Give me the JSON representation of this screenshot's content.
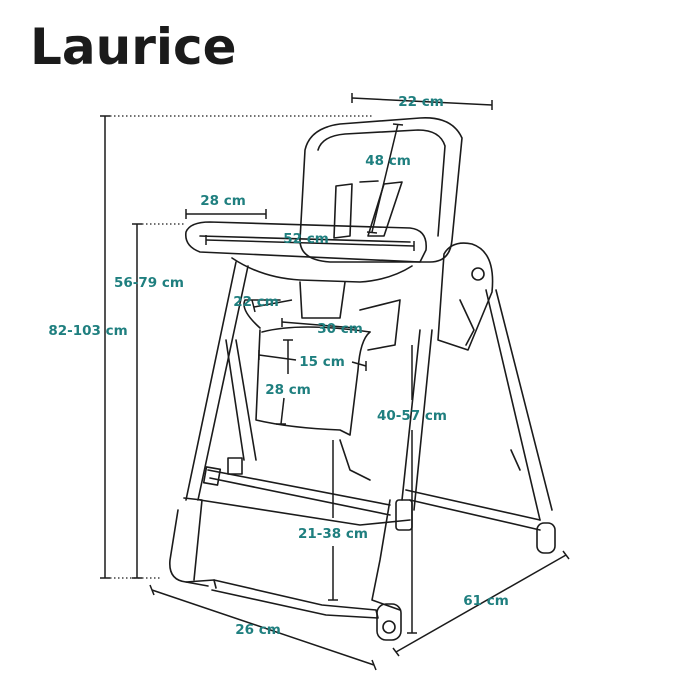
{
  "title": "Laurice",
  "accent_color": "#1f7f7f",
  "dimensions": {
    "backrest_width": "22 cm",
    "backrest_height": "48 cm",
    "tray_depth": "28 cm",
    "tray_width": "52 cm",
    "tray_height": "56-79 cm",
    "total_height": "82-103 cm",
    "armrest_height": "22 cm",
    "seat_width": "30 cm",
    "footrest_width": "15 cm",
    "footrest_length": "28 cm",
    "seat_height": "40-57 cm",
    "footrest_height": "21-38 cm",
    "depth": "61 cm",
    "base_width": "26 cm"
  }
}
